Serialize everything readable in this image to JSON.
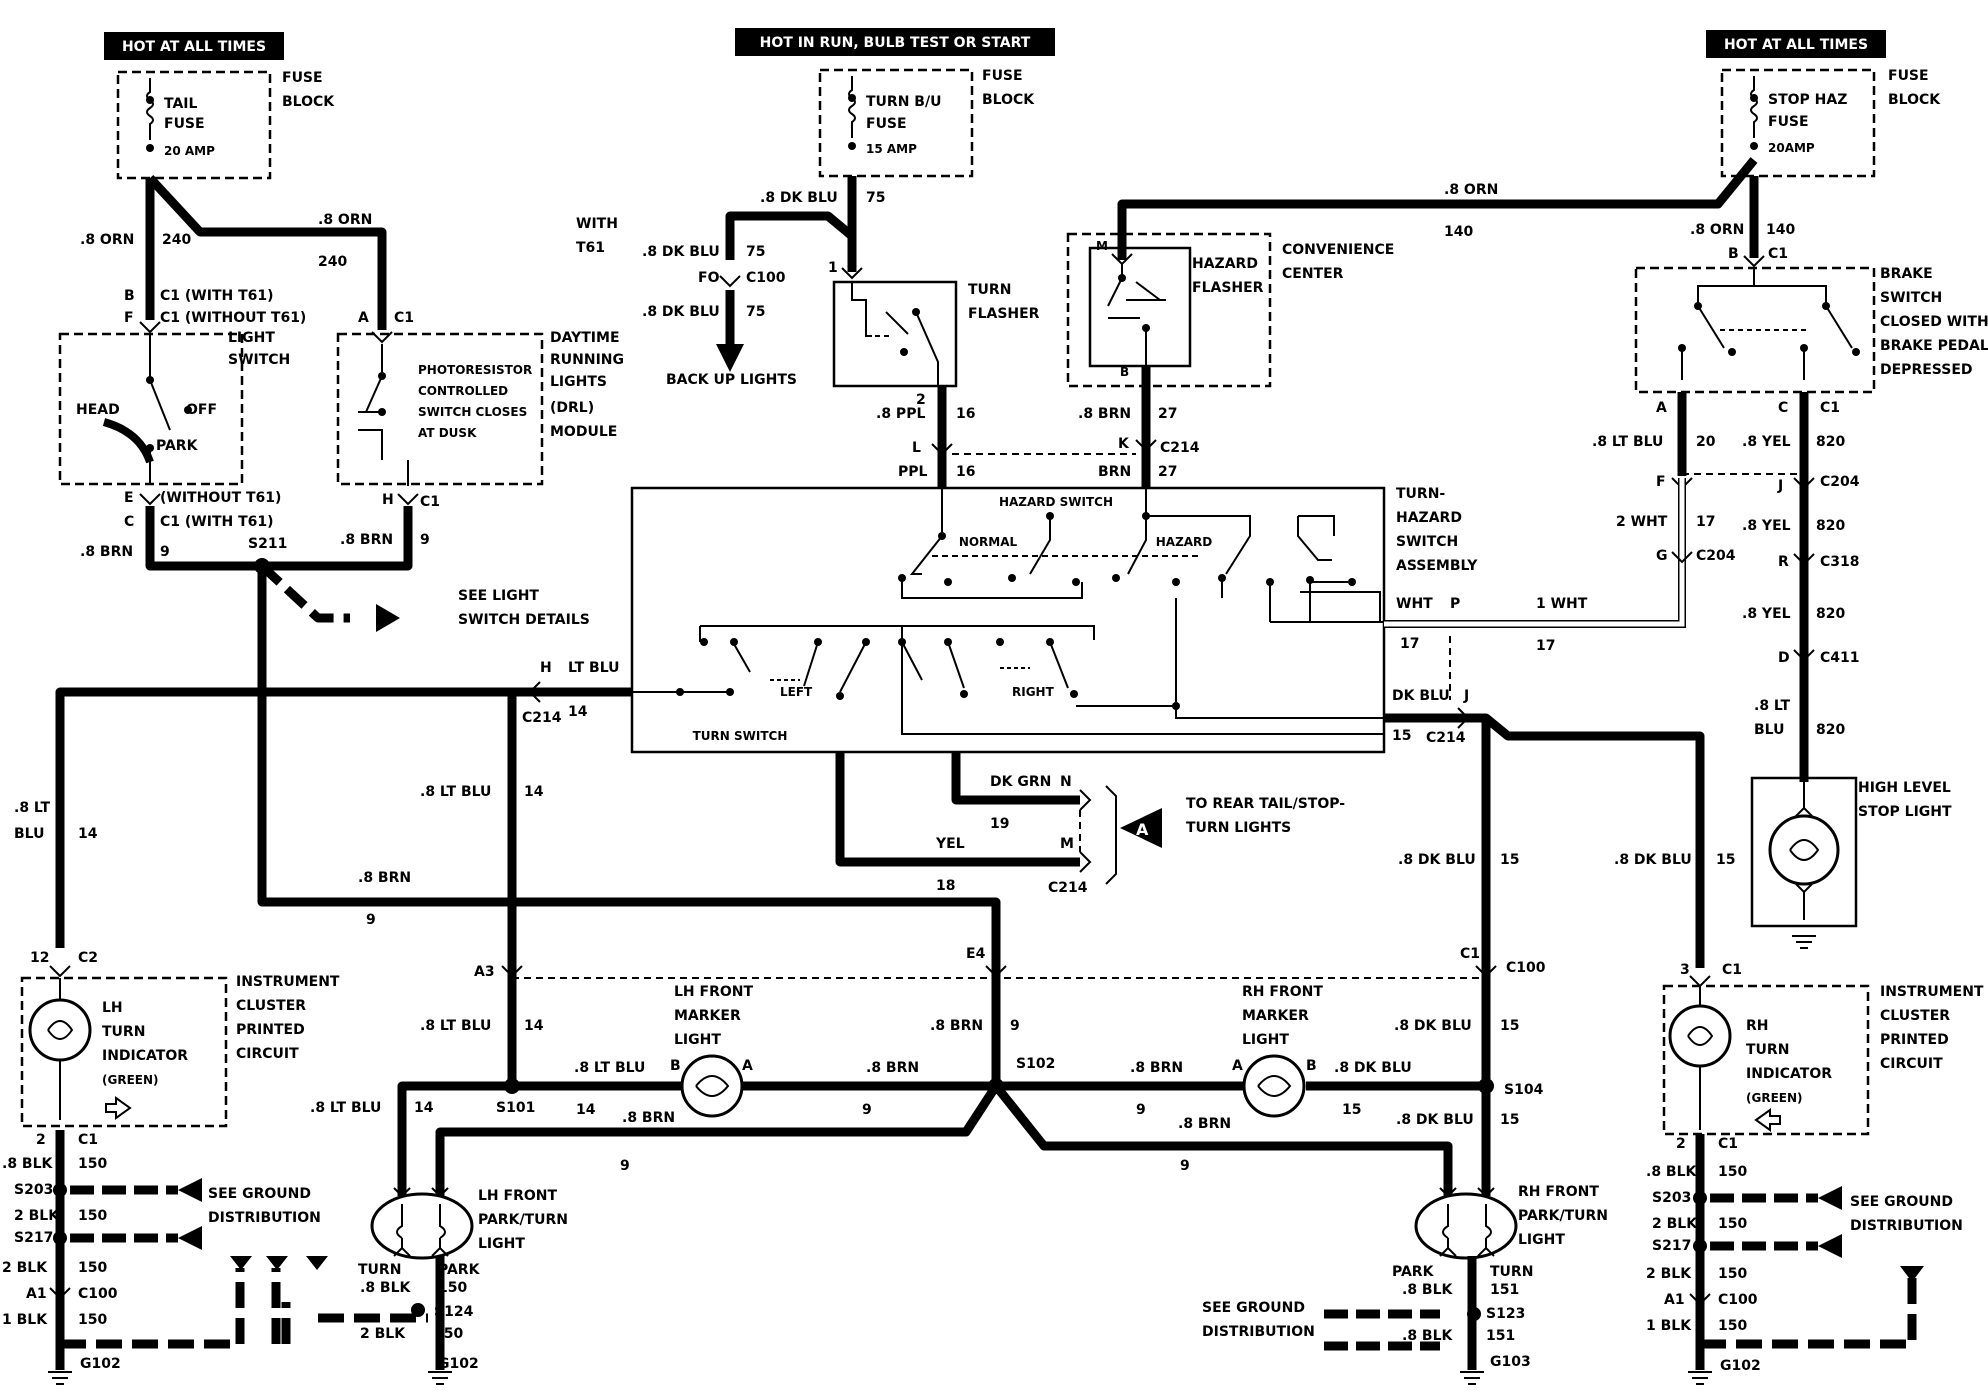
{
  "headers": {
    "hot_left": "HOT AT ALL TIMES",
    "hot_center": "HOT IN RUN, BULB TEST OR START",
    "hot_right": "HOT AT ALL TIMES"
  },
  "fuses": {
    "tail": {
      "name1": "TAIL",
      "name2": "FUSE",
      "rating": "20 AMP"
    },
    "turn": {
      "name1": "TURN B/U",
      "name2": "FUSE",
      "rating": "15 AMP"
    },
    "stop": {
      "name1": "STOP HAZ",
      "name2": "FUSE",
      "rating": "20AMP"
    },
    "block_line1": "FUSE",
    "block_line2": "BLOCK"
  },
  "components": {
    "light_switch": [
      "LIGHT",
      "SWITCH"
    ],
    "light_switch_positions": {
      "head": "HEAD",
      "off": "OFF",
      "park": "PARK"
    },
    "drl": [
      "DAYTIME",
      "RUNNING",
      "LIGHTS",
      "(DRL)",
      "MODULE"
    ],
    "drl_desc": [
      "PHOTORESISTOR",
      "CONTROLLED",
      "SWITCH CLOSES",
      "AT DUSK"
    ],
    "turn_flasher": [
      "TURN",
      "FLASHER"
    ],
    "hazard_flasher": [
      "HAZARD",
      "FLASHER"
    ],
    "convenience_center": [
      "CONVENIENCE",
      "CENTER"
    ],
    "brake_switch": [
      "BRAKE",
      "SWITCH",
      "CLOSED WITH",
      "BRAKE PEDAL",
      "DEPRESSED"
    ],
    "turn_hazard_assembly": [
      "TURN-",
      "HAZARD",
      "SWITCH",
      "ASSEMBLY"
    ],
    "hazard_switch": "HAZARD SWITCH",
    "normal": "NORMAL",
    "hazard": "HAZARD",
    "left": "LEFT",
    "right": "RIGHT",
    "turn_switch": "TURN SWITCH",
    "high_level": [
      "HIGH LEVEL",
      "STOP LIGHT"
    ],
    "instrument_cluster": [
      "INSTRUMENT",
      "CLUSTER",
      "PRINTED",
      "CIRCUIT"
    ],
    "lh_turn_ind": [
      "LH",
      "TURN",
      "INDICATOR",
      "(GREEN)"
    ],
    "rh_turn_ind": [
      "RH",
      "TURN",
      "INDICATOR",
      "(GREEN)"
    ],
    "lh_marker": [
      "LH FRONT",
      "MARKER",
      "LIGHT"
    ],
    "rh_marker": [
      "RH FRONT",
      "MARKER",
      "LIGHT"
    ],
    "lh_park_turn": [
      "LH FRONT",
      "PARK/TURN",
      "LIGHT"
    ],
    "rh_park_turn": [
      "RH FRONT",
      "PARK/TURN",
      "LIGHT"
    ],
    "turn": "TURN",
    "park": "PARK"
  },
  "notes": {
    "with_t61": [
      "WITH",
      "T61"
    ],
    "back_up": "BACK UP LIGHTS",
    "see_light_switch": [
      "SEE LIGHT",
      "SWITCH DETAILS"
    ],
    "see_ground": [
      "SEE GROUND",
      "DISTRIBUTION"
    ],
    "see_ground2": [
      "SEE  GROUND",
      "DISTRIBUTION"
    ],
    "to_rear": [
      "TO REAR TAIL/STOP-",
      "TURN LIGHTS"
    ],
    "ref_a": "A",
    "with_t61_c1": "C1 (WITH T61)",
    "without_t61_c1": "C1 (WITHOUT T61)",
    "without_t61": "(WITHOUT T61)",
    "with_t61_paren": "C1 (WITH T61)"
  },
  "wires": {
    "orn_8": ".8 ORN",
    "c240": "240",
    "c140": "140",
    "dkblu_8": ".8 DK BLU",
    "c75": "75",
    "ppl_8": ".8 PPL",
    "ppl": "PPL",
    "c16": "16",
    "brn_8": ".8 BRN",
    "brn": "BRN",
    "c27": "27",
    "c9": "9",
    "ltblu_8": ".8 LT BLU",
    "ltblu": "LT BLU",
    "c14": "14",
    "ltblu_8a": ".8 LT",
    "blu": "BLU",
    "c20": "20",
    "yel_8": ".8 YEL",
    "c820": "820",
    "wht_2": "2 WHT",
    "c17": "17",
    "wht": "WHT",
    "wht_1": "1 WHT",
    "dkblu": "DK BLU",
    "c15": "15",
    "dkgrn": "DK GRN",
    "c19": "19",
    "yel": "YEL",
    "c18": "18",
    "blk_8": ".8 BLK",
    "blk_2": "2 BLK",
    "blk_1": "1 BLK",
    "c150": "150",
    "c151": "151"
  },
  "connectors": {
    "c1": "C1",
    "c2": "C2",
    "c100": "C100",
    "c204": "C204",
    "c214": "C214",
    "c318": "C318",
    "c411": "C411",
    "s101": "S101",
    "s102": "S102",
    "s104": "S104",
    "s123": "S123",
    "s124": "S124",
    "s203": "S203",
    "s211": "S211",
    "s217": "S217",
    "g102": "G102",
    "g103": "G103",
    "pin_b": "B",
    "pin_f": "F",
    "pin_a": "A",
    "pin_e": "E",
    "pin_c": "C",
    "pin_h": "H",
    "pin_fo": "FO",
    "pin_1": "1",
    "pin_2": "2",
    "pin_l": "L",
    "pin_k": "K",
    "pin_m": "M",
    "pin_n": "N",
    "pin_p": "P",
    "pin_j": "J",
    "pin_d": "D",
    "pin_r": "R",
    "pin_g": "G",
    "pin_3": "3",
    "pin_12": "12",
    "pin_a1": "A1",
    "pin_a3": "A3",
    "pin_e4": "E4",
    "pin_c1": "C1"
  }
}
